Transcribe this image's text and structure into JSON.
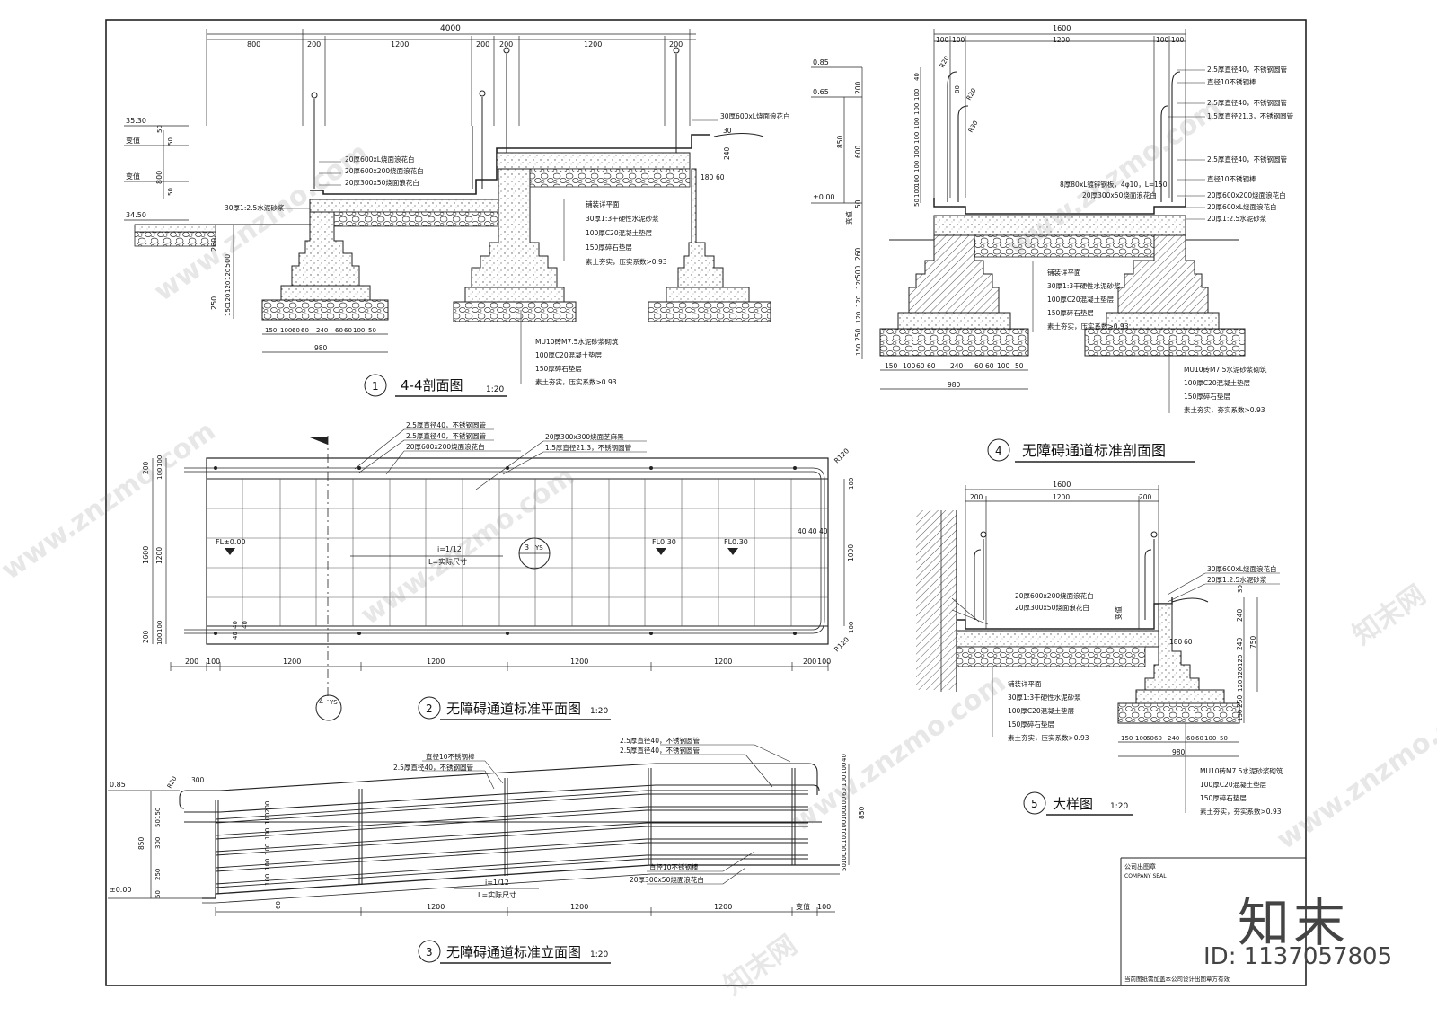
{
  "title_block": {
    "seal_cn": "公司出图章",
    "seal_en": "COMPANY SEAL",
    "notice": "当前图纸需加盖本公司设计出图章方有效"
  },
  "drawings": [
    {
      "num": "1",
      "title": "4-4剖面图",
      "scale": "1:20"
    },
    {
      "num": "2",
      "title": "无障碍通道标准平面图",
      "scale": "1:20"
    },
    {
      "num": "3",
      "title": "无障碍通道标准立面图",
      "scale": "1:20"
    },
    {
      "num": "4",
      "title": "无障碍通道标准剖面图",
      "scale": ""
    },
    {
      "num": "5",
      "title": "大样图",
      "scale": "1:20"
    }
  ],
  "section1": {
    "top_dims": [
      "4000",
      "800",
      "200",
      "1200",
      "200",
      "200",
      "1200",
      "200"
    ],
    "bottom_dims": [
      "150",
      "100",
      "60",
      "60",
      "240",
      "60",
      "60",
      "100",
      "50",
      "980"
    ],
    "left_dims": [
      "500",
      "120",
      "120",
      "120",
      "150",
      "250",
      "260",
      "50",
      "50",
      "800",
      "50"
    ],
    "levels": [
      "35.30",
      "变值",
      "变值",
      "34.50"
    ],
    "notes_top": [
      "30厚600xL烧面浪花白",
      "20厚600xL烧面浪花白",
      "20厚600x200烧面浪花白",
      "20厚300x50烧面浪花白",
      "30厚1:2.5水泥砂浆"
    ],
    "notes_mid": [
      "铺装详平面",
      "30厚1:3干硬性水泥砂浆",
      "100厚C20混凝土垫层",
      "150厚碎石垫层",
      "素土夯实，压实系数>0.93"
    ],
    "notes_bot": [
      "MU10砖M7.5水泥砂浆砌筑",
      "100厚C20混凝土垫层",
      "150厚碎石垫层",
      "素土夯实，压实系数>0.93"
    ],
    "side_dims": [
      "30",
      "240",
      "180",
      "60"
    ]
  },
  "section4": {
    "top_dims": [
      "1600",
      "100",
      "100",
      "1200",
      "100",
      "100"
    ],
    "levels": [
      "0.85",
      "0.65",
      "±0.00"
    ],
    "left_dims": [
      "200",
      "850",
      "600",
      "50",
      "260",
      "500",
      "120",
      "120",
      "120",
      "250",
      "150"
    ],
    "rail_dims": [
      "40",
      "100",
      "100",
      "100",
      "100",
      "100",
      "100",
      "100",
      "100",
      "50"
    ],
    "rail_labels": [
      "R20",
      "80",
      "R20",
      "R30"
    ],
    "notes_rail": [
      "2.5厚直径40，不锈钢圆管",
      "直径10不锈钢棒",
      "2.5厚直径40，不锈钢圆管",
      "1.5厚直径21.3，不锈钢圆管",
      "2.5厚直径40，不锈钢圆管",
      "直径10不锈钢棒",
      "20厚600x200烧面浪花白",
      "20厚600xL烧面浪花白",
      "20厚1:2.5水泥砂浆"
    ],
    "notes_plate": [
      "8厚80xL镀锌钢板，4φ10，L=150",
      "20厚300x50烧面浪花白"
    ],
    "notes_mid": [
      "铺装详平面",
      "30厚1:3干硬性水泥砂浆",
      "100厚C20混凝土垫层",
      "150厚碎石垫层",
      "素土夯实，压实系数>0.93"
    ],
    "notes_bot": [
      "MU10砖M7.5水泥砂浆砌筑",
      "100厚C20混凝土垫层",
      "150厚碎石垫层",
      "素土夯实，夯实系数>0.93"
    ],
    "bottom_dims": [
      "150",
      "100",
      "60",
      "60",
      "240",
      "60",
      "60",
      "100",
      "50",
      "980"
    ],
    "var_label": "变值"
  },
  "plan": {
    "notes": [
      "2.5厚直径40，不锈钢圆管",
      "2.5厚直径40，不锈钢圆管",
      "20厚600x200烧面浪花白",
      "20厚300x300烧面芝麻黑",
      "1.5厚直径21.3，不锈钢圆管"
    ],
    "levels": [
      "FL±0.00",
      "FL0.30",
      "FL0.30"
    ],
    "slope": "i=1/12",
    "length": "L=实际尺寸",
    "callout3": "3",
    "callout4": "4",
    "ys": "YS",
    "left_dims": [
      "1600",
      "200",
      "100",
      "100",
      "1200",
      "200",
      "100",
      "100"
    ],
    "right_dims": [
      "40",
      "40",
      "40",
      "1000",
      "100",
      "100",
      "R120",
      "R120",
      "40",
      "40",
      "40"
    ],
    "bottom_dims": [
      "200",
      "100",
      "1200",
      "1200",
      "1200",
      "1200",
      "200",
      "100"
    ]
  },
  "elevation": {
    "notes_top": [
      "2.5厚直径40，不锈钢圆管",
      "2.5厚直径40，不锈钢圆管",
      "直径10不锈钢棒",
      "2.5厚直径40，不锈钢圆管"
    ],
    "notes_bot": [
      "直径10不锈钢棒",
      "20厚300x50烧面浪花白"
    ],
    "levels": [
      "0.85",
      "±0.00"
    ],
    "left_dims": [
      "R20",
      "300",
      "150",
      "50",
      "300",
      "250",
      "50",
      "850",
      "200",
      "100",
      "100",
      "100",
      "100",
      "100"
    ],
    "right_dims": [
      "40",
      "100",
      "100",
      "60",
      "100",
      "100",
      "100",
      "100",
      "100",
      "100",
      "50",
      "850"
    ],
    "slope": "i=1/12",
    "length": "L=实际尺寸",
    "bottom_dims": [
      "60",
      "1200",
      "1200",
      "1200",
      "变值",
      "100"
    ]
  },
  "detail5": {
    "top_dims": [
      "1600",
      "200",
      "1200",
      "200"
    ],
    "notes_top": [
      "30厚600xL烧面浪花白",
      "20厚1:2.5水泥砂浆"
    ],
    "notes_left": [
      "20厚600x200烧面浪花白",
      "20厚300x50烧面浪花白"
    ],
    "var_label": "变值",
    "side_dims": [
      "240",
      "30",
      "240",
      "750",
      "180",
      "60",
      "120",
      "120",
      "120",
      "250",
      "150"
    ],
    "notes_mid": [
      "铺装详平面",
      "30厚1:3干硬性水泥砂浆",
      "100厚C20混凝土垫层",
      "150厚碎石垫层",
      "素土夯实，压实系数>0.93"
    ],
    "notes_bot": [
      "MU10砖M7.5水泥砂浆砌筑",
      "100厚C20混凝土垫层",
      "150厚碎石垫层",
      "素土夯实，夯实系数>0.93"
    ],
    "bottom_dims": [
      "150",
      "100",
      "60",
      "60",
      "240",
      "60",
      "60",
      "100",
      "50",
      "980"
    ]
  },
  "watermark": {
    "site": "www.znzmo.com",
    "brand_cn": "知末",
    "brand_site_cn": "知末网",
    "id": "ID: 1137057805"
  }
}
